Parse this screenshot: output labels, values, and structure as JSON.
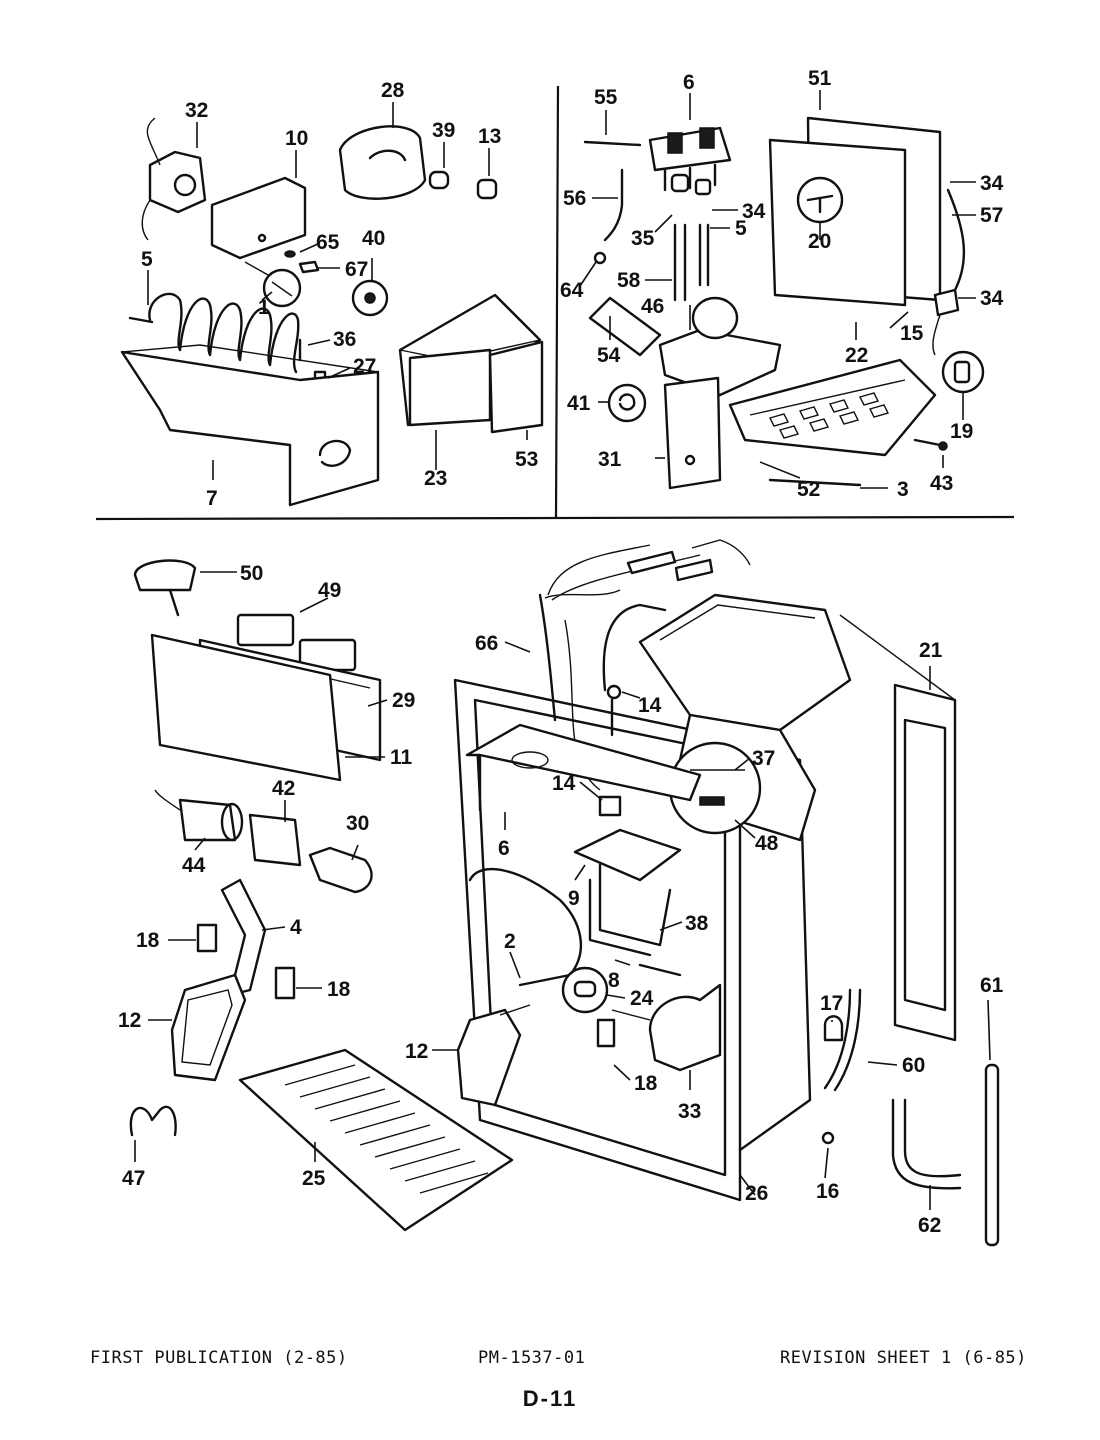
{
  "callouts": {
    "c32": "32",
    "c10": "10",
    "c28": "28",
    "c39": "39",
    "c13": "13",
    "c65": "65",
    "c40": "40",
    "c67": "67",
    "c1": "1",
    "c5a": "5",
    "c36": "36",
    "c27": "27",
    "c7": "7",
    "c23": "23",
    "c53": "53",
    "c55": "55",
    "c6a": "6",
    "c51": "51",
    "c56": "56",
    "c35": "35",
    "c34a": "34",
    "c34b": "34",
    "c57": "57",
    "c20": "20",
    "c64": "64",
    "c58": "58",
    "c5b": "5",
    "c34c": "34",
    "c46": "46",
    "c54": "54",
    "c15": "15",
    "c22": "22",
    "c41": "41",
    "c19": "19",
    "c31": "31",
    "c52": "52",
    "c3": "3",
    "c43": "43",
    "c50": "50",
    "c49": "49",
    "c66": "66",
    "c21": "21",
    "c29": "29",
    "c14a": "14",
    "c11": "11",
    "c37": "37",
    "c42": "42",
    "c30": "30",
    "c14b": "14",
    "c6b": "6",
    "c48": "48",
    "c44": "44",
    "c9": "9",
    "c4": "4",
    "c18a": "18",
    "c38": "38",
    "c2": "2",
    "c18b": "18",
    "c8": "8",
    "c17": "17",
    "c61": "61",
    "c12a": "12",
    "c24": "24",
    "c12b": "12",
    "c18c": "18",
    "c60": "60",
    "c33": "33",
    "c47": "47",
    "c16": "16",
    "c25": "25",
    "c26": "26",
    "c62": "62"
  },
  "footer": {
    "first_publication": "FIRST PUBLICATION (2-85)",
    "part_number": "PM-1537-01",
    "revision": "REVISION SHEET 1 (6-85)",
    "page": "D-11"
  }
}
